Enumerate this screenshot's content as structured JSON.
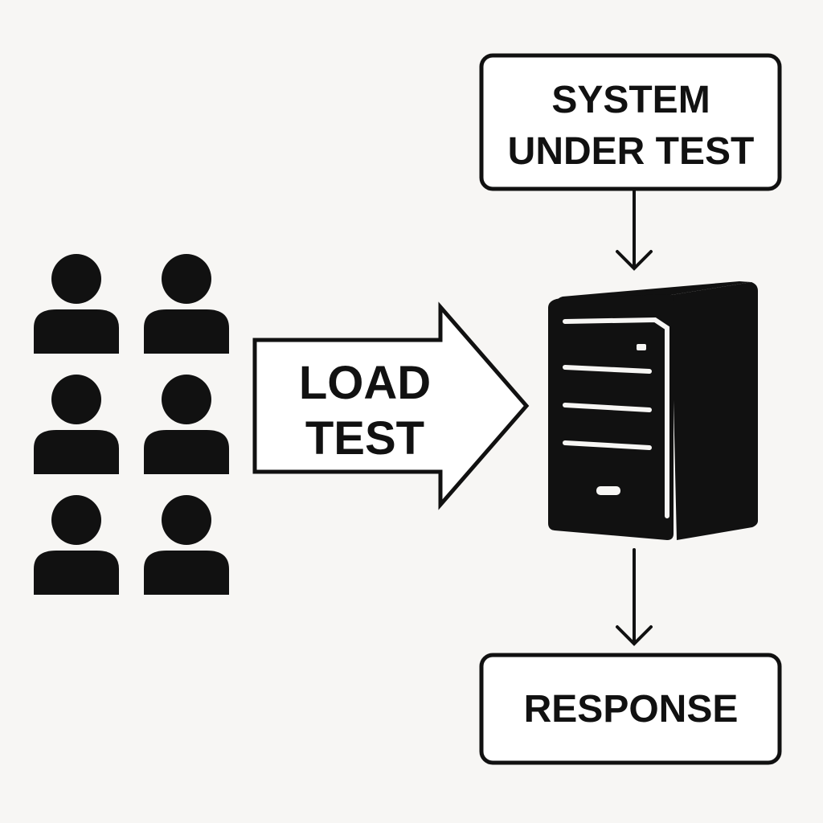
{
  "colors": {
    "background": "#f7f6f4",
    "ink": "#111111",
    "box_fill": "#ffffff"
  },
  "nodes": {
    "system_under_test": {
      "line1": "SYSTEM",
      "line2": "UNDER TEST"
    },
    "load_test_arrow": {
      "line1": "LOAD",
      "line2": "TEST"
    },
    "response": {
      "label": "RESPONSE"
    }
  },
  "icons": {
    "users": "person-icon",
    "user_count": 6,
    "server": "server-tower-icon"
  }
}
